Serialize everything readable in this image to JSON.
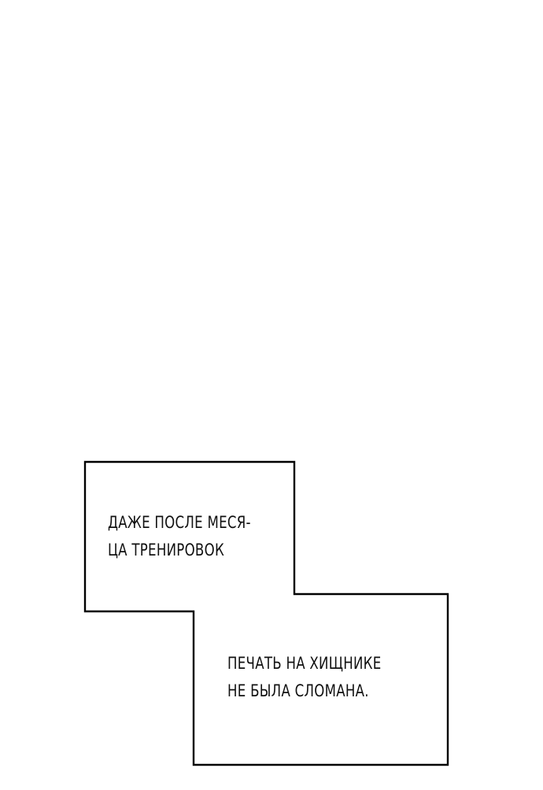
{
  "panel": {
    "background_color": "#ffffff",
    "border_color": "#000000"
  },
  "caption_box": {
    "first_text": {
      "line1": "ДАЖЕ ПОСЛЕ МЕСЯ-",
      "line2": "ЦА ТРЕНИРОВОК"
    },
    "second_text": {
      "line1": "ПЕЧАТЬ НА ХИЩНИКЕ",
      "line2": "НЕ БЫЛА СЛОМАНА."
    }
  }
}
